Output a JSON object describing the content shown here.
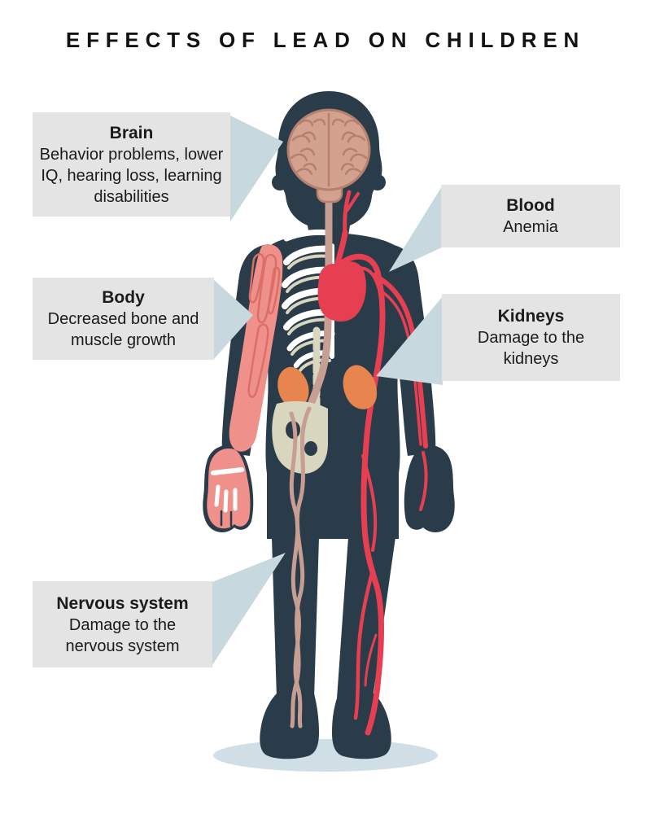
{
  "title": "EFFECTS OF LEAD ON CHILDREN",
  "callouts": [
    {
      "id": "brain",
      "heading": "Brain",
      "description": "Behavior problems, lower IQ, hearing loss, learning disabilities"
    },
    {
      "id": "blood",
      "heading": "Blood",
      "description": "Anemia"
    },
    {
      "id": "body",
      "heading": "Body",
      "description": "Decreased bone and muscle growth"
    },
    {
      "id": "kidneys",
      "heading": "Kidneys",
      "description": "Damage to the kidneys"
    },
    {
      "id": "nervous-system",
      "heading": "Nervous system",
      "description": "Damage to the nervous system"
    }
  ],
  "figure": {
    "parts": [
      "body-silhouette",
      "brain",
      "spinal-cord",
      "ribcage",
      "heart",
      "blood-vessels",
      "kidneys",
      "pelvis",
      "nerves",
      "arm-muscle",
      "ground-shadow"
    ]
  },
  "colors": {
    "background": "#ffffff",
    "title_text": "#121212",
    "label_box": "#e4e4e4",
    "label_text": "#1b1b1b",
    "pointer_triangle": "#c7d8de",
    "body_silhouette": "#2a3b49",
    "brain": "#d3a28f",
    "brain_lines": "#b5806d",
    "artery_red": "#e63f52",
    "kidney_orange": "#e8854f",
    "bone_beige": "#d8d6bf",
    "rib_white": "#ffffff",
    "muscle_pink": "#f0908a",
    "muscle_lines": "#da6f68",
    "nerve_tan": "#c79e92",
    "ground_shadow": "#cfdfe5"
  }
}
